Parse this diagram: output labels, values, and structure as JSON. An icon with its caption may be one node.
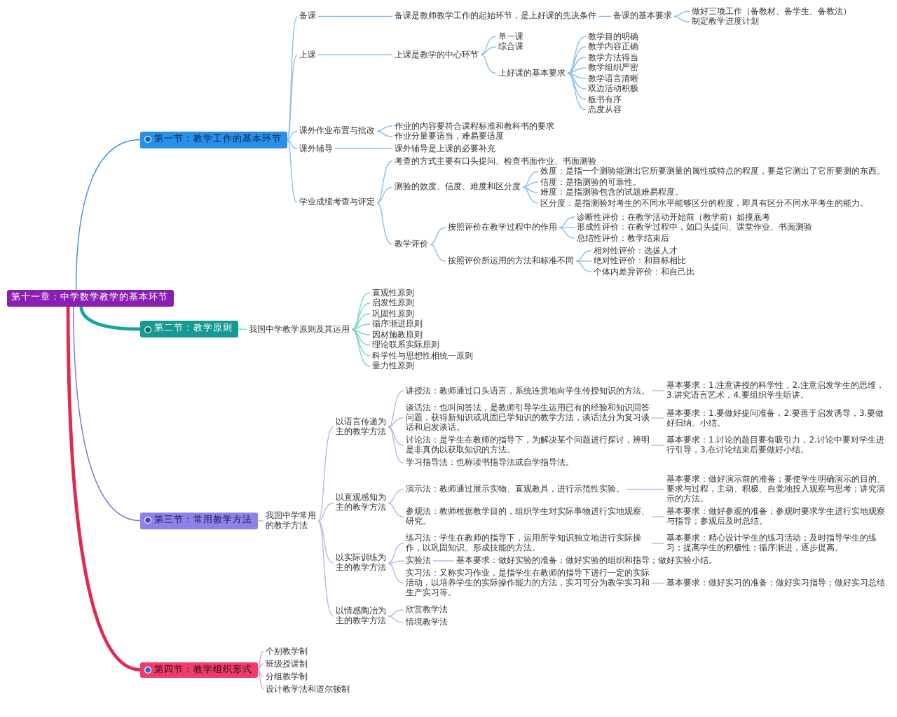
{
  "diagram": {
    "nodes": [
      {
        "text": [
          "第十一章：中学数学教学的基本环节"
        ]
      },
      {
        "text": [
          "第一节：教学工作的基本环节"
        ]
      },
      {
        "text": [
          "备课"
        ]
      },
      {
        "text": [
          "备课是教师教学工作的起始环节，是上好课的先决条件"
        ]
      },
      {
        "text": [
          "备课的基本要求"
        ]
      },
      {
        "text": [
          "做好三项工作（备教材、备学生、备教法）"
        ]
      },
      {
        "text": [
          "制定教学进度计划"
        ]
      },
      {
        "text": [
          "上课"
        ]
      },
      {
        "text": [
          "上课是教学的中心环节"
        ]
      },
      {
        "text": [
          "单一课"
        ]
      },
      {
        "text": [
          "综合课"
        ]
      },
      {
        "text": [
          "上好课的基本要求"
        ]
      },
      {
        "text": [
          "教学目的明确"
        ]
      },
      {
        "text": [
          "教学内容正确"
        ]
      },
      {
        "text": [
          "教学方法得当"
        ]
      },
      {
        "text": [
          "教学组织严密"
        ]
      },
      {
        "text": [
          "教学语言清晰"
        ]
      },
      {
        "text": [
          "双边活动积极"
        ]
      },
      {
        "text": [
          "板书有序"
        ]
      },
      {
        "text": [
          "态度从容"
        ]
      },
      {
        "text": [
          "课外作业布置与批改"
        ]
      },
      {
        "text": [
          "作业的内容要符合课程标准和教科书的要求"
        ]
      },
      {
        "text": [
          "作业分量要适当，难易要适度"
        ]
      },
      {
        "text": [
          "课外辅导"
        ]
      },
      {
        "text": [
          "课外辅导是上课的必要补充"
        ]
      },
      {
        "text": [
          "学业成绩考查与评定"
        ]
      },
      {
        "text": [
          "考查的方式主要有口头提问、检查书面作业、书面测验"
        ]
      },
      {
        "text": [
          "测验的效度、信度、难度和区分度"
        ]
      },
      {
        "text": [
          "效度：是指一个测验能测出它所要测量的属性或特点的程度，要是它测出了它所要测的东西。"
        ]
      },
      {
        "text": [
          "信度：是指测验的可靠性。"
        ]
      },
      {
        "text": [
          "难度：是指测验包含的试题难易程度。"
        ]
      },
      {
        "text": [
          "区分度：是指测验对考生的不同水平能够区分的程度，即具有区分不同水平考生的能力。"
        ]
      },
      {
        "text": [
          "教学评价"
        ]
      },
      {
        "text": [
          "按照评价在教学过程中的作用"
        ]
      },
      {
        "text": [
          "诊断性评价：在教学活动开始前（教学前）如摸底考"
        ]
      },
      {
        "text": [
          "形成性评价：在教学过程中，如口头提问、课堂作业、书面测验"
        ]
      },
      {
        "text": [
          "总结性评价：教学结束后"
        ]
      },
      {
        "text": [
          "按照评价所运用的方法和标准不同"
        ]
      },
      {
        "text": [
          "相对性评价：选拔人才"
        ]
      },
      {
        "text": [
          "绝对性评价：和目标相比"
        ]
      },
      {
        "text": [
          "个体内差异评价：和自己比"
        ]
      },
      {
        "text": [
          "第二节：教学原则"
        ]
      },
      {
        "text": [
          "我国中学教学原则及其运用"
        ]
      },
      {
        "text": [
          "直观性原则"
        ]
      },
      {
        "text": [
          "启发性原则"
        ]
      },
      {
        "text": [
          "巩固性原则"
        ]
      },
      {
        "text": [
          "循序渐进原则"
        ]
      },
      {
        "text": [
          "因材施教原则"
        ]
      },
      {
        "text": [
          "理论联系实际原则"
        ]
      },
      {
        "text": [
          "科学性与思想性相统一原则"
        ]
      },
      {
        "text": [
          "量力性原则"
        ]
      },
      {
        "text": [
          "第三节：常用教学方法"
        ]
      },
      {
        "text": [
          "我国中学常用的教学方法"
        ]
      },
      {
        "text": [
          "以语言传递为主的教学方法"
        ]
      },
      {
        "text": [
          "讲授法：教师通过口头语言，系统连贯地向学生传授知识的方法。"
        ]
      },
      {
        "text": [
          "基本要求：1.注意讲授的科学性，2.注意启发学生的思维，3.讲究语言艺术，4.要组织学生听讲。"
        ]
      },
      {
        "text": [
          "谈话法：也叫问答法，是教师引导学生运用已有的经验和知识回答问题，获得新知识或巩固已学知识的教学方法，谈话法分为复习谈话和启发谈话。"
        ]
      },
      {
        "text": [
          "基本要求：1.要做好提问准备，2.要善于启发诱导，3.要做好归纳、小结。"
        ]
      },
      {
        "text": [
          "讨论法：是学生在教师的指导下，为解决某个问题进行探讨，辨明是非真伪以获取知识的方法。"
        ]
      },
      {
        "text": [
          "基本要求：1.讨论的题目要有吸引力，2.讨论中要对学生进行引导，3.在讨论结束后要做好小结。"
        ]
      },
      {
        "text": [
          "学习指导法：也称读书指导法或自学指导法。"
        ]
      },
      {
        "text": [
          "以直观感知为主的教学方法"
        ]
      },
      {
        "text": [
          "演示法：教师通过展示实物、直观教具，进行示范性实验。"
        ]
      },
      {
        "text": [
          "基本要求：做好演示前的准备；要使学生明确演示的目的、要求与过程，主动、积极、自觉地投入观察与思考；讲究演示的方法。"
        ]
      },
      {
        "text": [
          "参观法：教师根据教学目的，组织学生对实际事物进行实地观察、研究。"
        ]
      },
      {
        "text": [
          "基本要求：做好参观的准备；参观时要求学生进行实地观察与指导；参观后及时总结。"
        ]
      },
      {
        "text": [
          "以实际训练为主的教学方法"
        ]
      },
      {
        "text": [
          "练习法：学生在教师的指导下，运用所学知识独立地进行实际操作，以巩固知识、形成技能的方法。"
        ]
      },
      {
        "text": [
          "基本要求：精心设计学生的练习活动；及时指导学生的练习；提高学生的积极性；循序渐进，逐步提高。"
        ]
      },
      {
        "text": [
          "实验法"
        ]
      },
      {
        "text": [
          "基本要求：做好实验的准备；做好实验的组织和指导；做好实验小结。"
        ]
      },
      {
        "text": [
          "实习法：又称实习作业，是指学生在教师的指导下进行一定的实际活动，以培养学生的实际操作能力的方法，实习可分为教学实习和生产实习等。"
        ]
      },
      {
        "text": [
          "基本要求：做好实习的准备；做好实习指导；做好实习总结"
        ]
      },
      {
        "text": [
          "以情感陶冶为主的教学方法"
        ]
      },
      {
        "text": [
          "欣赏教学法"
        ]
      },
      {
        "text": [
          "情境教学法"
        ]
      },
      {
        "text": [
          "第四节：教学组织形式"
        ]
      },
      {
        "text": [
          "个别教学制"
        ]
      },
      {
        "text": [
          "班级授课制"
        ]
      },
      {
        "text": [
          "分组教学制"
        ]
      },
      {
        "text": [
          "设计教学法和道尔顿制"
        ]
      }
    ],
    "edges": [
      {
        "from": 0,
        "to": 1,
        "arrow": "none",
        "color": "#3d8fdf"
      },
      {
        "from": 1,
        "to": 2,
        "arrow": "none"
      },
      {
        "from": 2,
        "to": 3,
        "arrow": "none"
      },
      {
        "from": 3,
        "to": 4,
        "arrow": "none"
      },
      {
        "from": 4,
        "to": 5,
        "arrow": "none"
      },
      {
        "from": 4,
        "to": 6,
        "arrow": "none"
      },
      {
        "from": 1,
        "to": 7,
        "arrow": "none"
      },
      {
        "from": 7,
        "to": 8,
        "arrow": "none"
      },
      {
        "from": 8,
        "to": 9,
        "arrow": "none"
      },
      {
        "from": 8,
        "to": 10,
        "arrow": "none"
      },
      {
        "from": 8,
        "to": 11,
        "arrow": "none"
      },
      {
        "from": 11,
        "to": 12,
        "arrow": "none"
      },
      {
        "from": 11,
        "to": 13,
        "arrow": "none"
      },
      {
        "from": 11,
        "to": 14,
        "arrow": "none"
      },
      {
        "from": 11,
        "to": 15,
        "arrow": "none"
      },
      {
        "from": 11,
        "to": 16,
        "arrow": "none"
      },
      {
        "from": 11,
        "to": 17,
        "arrow": "none"
      },
      {
        "from": 11,
        "to": 18,
        "arrow": "none"
      },
      {
        "from": 11,
        "to": 19,
        "arrow": "none"
      },
      {
        "from": 1,
        "to": 20,
        "arrow": "none"
      },
      {
        "from": 20,
        "to": 21,
        "arrow": "none"
      },
      {
        "from": 20,
        "to": 22,
        "arrow": "none"
      },
      {
        "from": 1,
        "to": 23,
        "arrow": "none"
      },
      {
        "from": 23,
        "to": 24,
        "arrow": "none"
      },
      {
        "from": 1,
        "to": 25,
        "arrow": "none"
      },
      {
        "from": 25,
        "to": 26,
        "arrow": "none"
      },
      {
        "from": 25,
        "to": 27,
        "arrow": "none"
      },
      {
        "from": 27,
        "to": 28,
        "arrow": "none"
      },
      {
        "from": 27,
        "to": 29,
        "arrow": "none"
      },
      {
        "from": 27,
        "to": 30,
        "arrow": "none"
      },
      {
        "from": 27,
        "to": 31,
        "arrow": "none"
      },
      {
        "from": 25,
        "to": 32,
        "arrow": "none"
      },
      {
        "from": 32,
        "to": 33,
        "arrow": "none"
      },
      {
        "from": 33,
        "to": 34,
        "arrow": "none"
      },
      {
        "from": 33,
        "to": 35,
        "arrow": "none"
      },
      {
        "from": 33,
        "to": 36,
        "arrow": "none"
      },
      {
        "from": 32,
        "to": 37,
        "arrow": "none"
      },
      {
        "from": 37,
        "to": 38,
        "arrow": "none"
      },
      {
        "from": 37,
        "to": 39,
        "arrow": "none"
      },
      {
        "from": 37,
        "to": 40,
        "arrow": "none"
      },
      {
        "from": 0,
        "to": 41,
        "arrow": "none",
        "style": "thick",
        "color": "#17a89a"
      },
      {
        "from": 41,
        "to": 42,
        "arrow": "none",
        "color": "#7dd6c6"
      },
      {
        "from": 42,
        "to": 43,
        "arrow": "none",
        "color": "#7dd6c6"
      },
      {
        "from": 42,
        "to": 44,
        "arrow": "none",
        "color": "#7dd6c6"
      },
      {
        "from": 42,
        "to": 45,
        "arrow": "none",
        "color": "#7dd6c6"
      },
      {
        "from": 42,
        "to": 46,
        "arrow": "none",
        "color": "#7dd6c6"
      },
      {
        "from": 42,
        "to": 47,
        "arrow": "none",
        "color": "#7dd6c6"
      },
      {
        "from": 42,
        "to": 48,
        "arrow": "none",
        "color": "#7dd6c6"
      },
      {
        "from": 42,
        "to": 49,
        "arrow": "none",
        "color": "#7dd6c6"
      },
      {
        "from": 42,
        "to": 50,
        "arrow": "none",
        "color": "#7dd6c6"
      },
      {
        "from": 0,
        "to": 51,
        "arrow": "none",
        "color": "#7c70dc"
      },
      {
        "from": 51,
        "to": 52,
        "arrow": "none",
        "color": "#bdb5ea"
      },
      {
        "from": 52,
        "to": 53,
        "arrow": "none",
        "color": "#bdb5ea"
      },
      {
        "from": 53,
        "to": 54,
        "arrow": "none",
        "color": "#bdb5ea"
      },
      {
        "from": 54,
        "to": 55,
        "arrow": "none",
        "color": "#bdb5ea"
      },
      {
        "from": 53,
        "to": 56,
        "arrow": "none",
        "color": "#bdb5ea"
      },
      {
        "from": 56,
        "to": 57,
        "arrow": "none",
        "color": "#bdb5ea"
      },
      {
        "from": 53,
        "to": 58,
        "arrow": "none",
        "color": "#bdb5ea"
      },
      {
        "from": 58,
        "to": 59,
        "arrow": "none",
        "color": "#bdb5ea"
      },
      {
        "from": 53,
        "to": 60,
        "arrow": "none",
        "color": "#bdb5ea"
      },
      {
        "from": 52,
        "to": 61,
        "arrow": "none",
        "color": "#bdb5ea"
      },
      {
        "from": 61,
        "to": 62,
        "arrow": "none",
        "color": "#bdb5ea"
      },
      {
        "from": 62,
        "to": 63,
        "arrow": "none",
        "color": "#bdb5ea"
      },
      {
        "from": 61,
        "to": 64,
        "arrow": "none",
        "color": "#bdb5ea"
      },
      {
        "from": 64,
        "to": 65,
        "arrow": "none",
        "color": "#bdb5ea"
      },
      {
        "from": 52,
        "to": 66,
        "arrow": "none",
        "color": "#bdb5ea"
      },
      {
        "from": 66,
        "to": 67,
        "arrow": "none",
        "color": "#bdb5ea"
      },
      {
        "from": 67,
        "to": 68,
        "arrow": "none",
        "color": "#bdb5ea"
      },
      {
        "from": 66,
        "to": 69,
        "arrow": "none",
        "color": "#bdb5ea"
      },
      {
        "from": 69,
        "to": 70,
        "arrow": "none",
        "color": "#bdb5ea"
      },
      {
        "from": 66,
        "to": 71,
        "arrow": "none",
        "color": "#bdb5ea"
      },
      {
        "from": 71,
        "to": 72,
        "arrow": "none",
        "color": "#bdb5ea"
      },
      {
        "from": 52,
        "to": 73,
        "arrow": "none",
        "color": "#bdb5ea"
      },
      {
        "from": 73,
        "to": 74,
        "arrow": "none",
        "color": "#bdb5ea"
      },
      {
        "from": 73,
        "to": 75,
        "arrow": "none",
        "color": "#bdb5ea"
      },
      {
        "from": 0,
        "to": 76,
        "arrow": "none",
        "style": "thick",
        "color": "#e3284f"
      },
      {
        "from": 76,
        "to": 77,
        "arrow": "none",
        "color": "#f3a0b8"
      },
      {
        "from": 76,
        "to": 78,
        "arrow": "none",
        "color": "#f3a0b8"
      },
      {
        "from": 76,
        "to": 79,
        "arrow": "none",
        "color": "#f3a0b8"
      },
      {
        "from": 76,
        "to": 80,
        "arrow": "none",
        "color": "#f3a0b8"
      }
    ]
  }
}
